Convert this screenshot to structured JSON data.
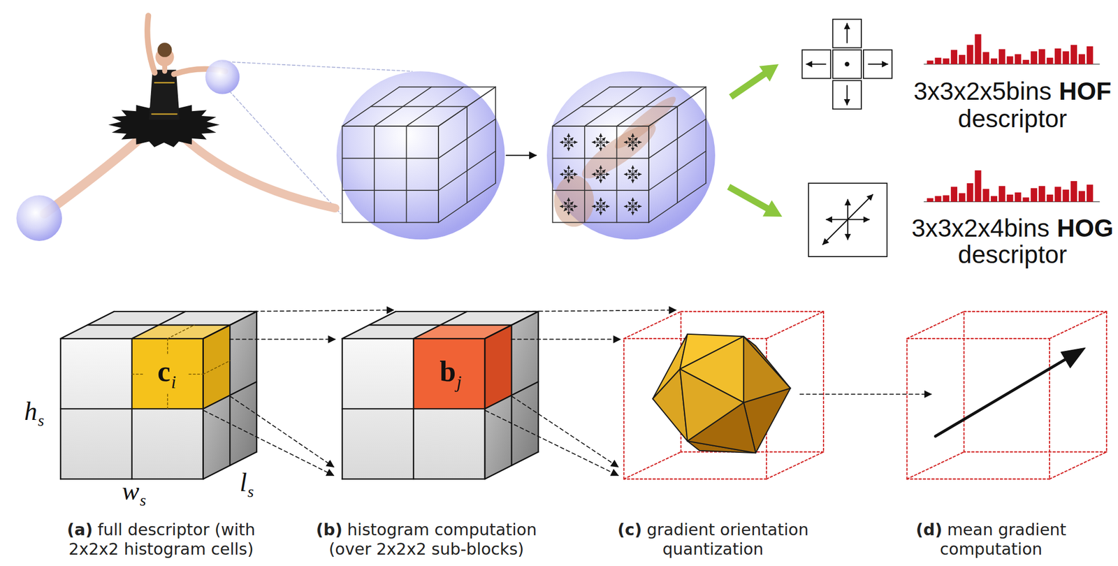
{
  "diagram": {
    "labels": [
      "3x3x2x5bins",
      "HOF",
      "descriptor",
      "3x3x2x4bins",
      "HOG",
      "descriptor",
      "c",
      "i",
      "h",
      "s",
      "w",
      "s",
      "l",
      "s",
      "b",
      "j",
      "(a)",
      "full descriptor (with 2x2x2 histogram cells)",
      "(b)",
      "histogram computation (over 2x2x2 sub-blocks)",
      "(c)",
      "gradient orientation quantization",
      "(d)",
      "mean gradient computation"
    ]
  }
}
